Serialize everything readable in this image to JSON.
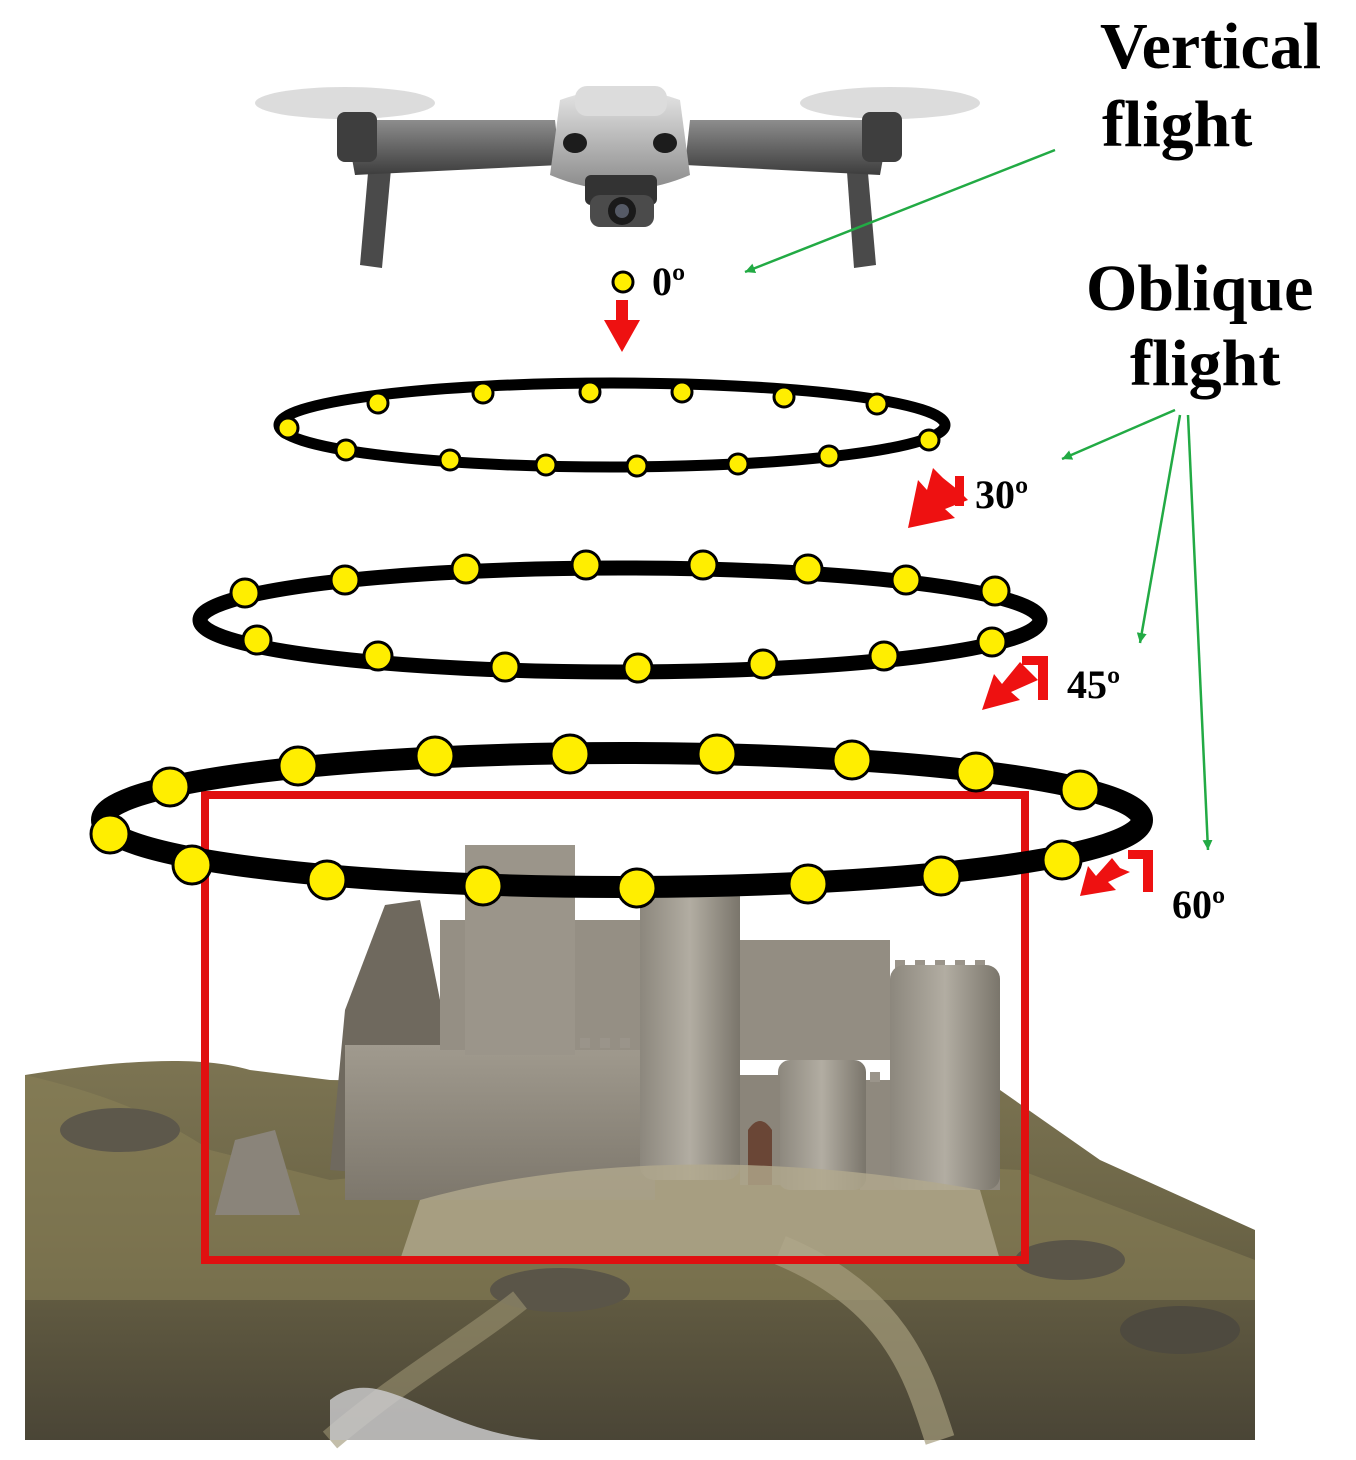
{
  "labels": {
    "vertical_line1": "Vertical",
    "vertical_line2": "flight",
    "oblique_line1": "Oblique",
    "oblique_line2": "flight",
    "angle_0": "0º",
    "angle_30": "30º",
    "angle_45": "45º",
    "angle_60": "60º"
  },
  "colors": {
    "orbit_ring": "#000000",
    "waypoint_fill": "#ffee00",
    "waypoint_stroke": "#000000",
    "direction_arrow": "#ee1111",
    "leader_line": "#22aa44",
    "area_box": "#e01010"
  },
  "icons": {
    "drone": "quadcopter-drone-icon",
    "terrain": "castle-terrain-illustration"
  }
}
